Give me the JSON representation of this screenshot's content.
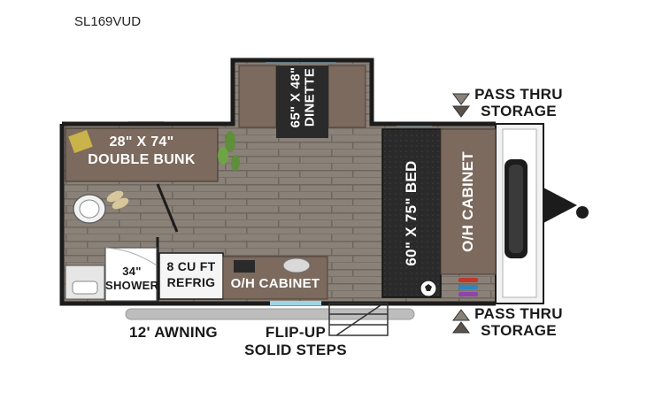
{
  "model": "SL169VUD",
  "labels": {
    "dinette": "65\" X 48\" DINETTE",
    "bunk_line1": "28\" X 74\"",
    "bunk_line2": "DOUBLE BUNK",
    "bed": "60\" X 75\" BED",
    "oh_cabinet_right": "O/H CABINET",
    "oh_cabinet_bottom": "O/H CABINET",
    "shower_line1": "34\"",
    "shower_line2": "SHOWER",
    "refrig_line1": "8 CU FT",
    "refrig_line2": "REFRIG",
    "pass_thru_top_line1": "PASS THRU",
    "pass_thru_top_line2": "STORAGE",
    "pass_thru_bottom_line1": "PASS THRU",
    "pass_thru_bottom_line2": "STORAGE",
    "awning": "12' AWNING",
    "steps_line1": "FLIP-UP",
    "steps_line2": "SOLID STEPS"
  },
  "colors": {
    "wall": "#1c1c1c",
    "floor": "#8a8178",
    "floor_plank": "#6f665e",
    "cabinet": "#7b6a5d",
    "bed": "#2a2a2a",
    "window": "#9fd3e6",
    "awning": "#bdbdbd"
  },
  "icons": {
    "pass_thru_top": "arrow-down-icon",
    "pass_thru_bottom": "arrow-up-icon"
  }
}
